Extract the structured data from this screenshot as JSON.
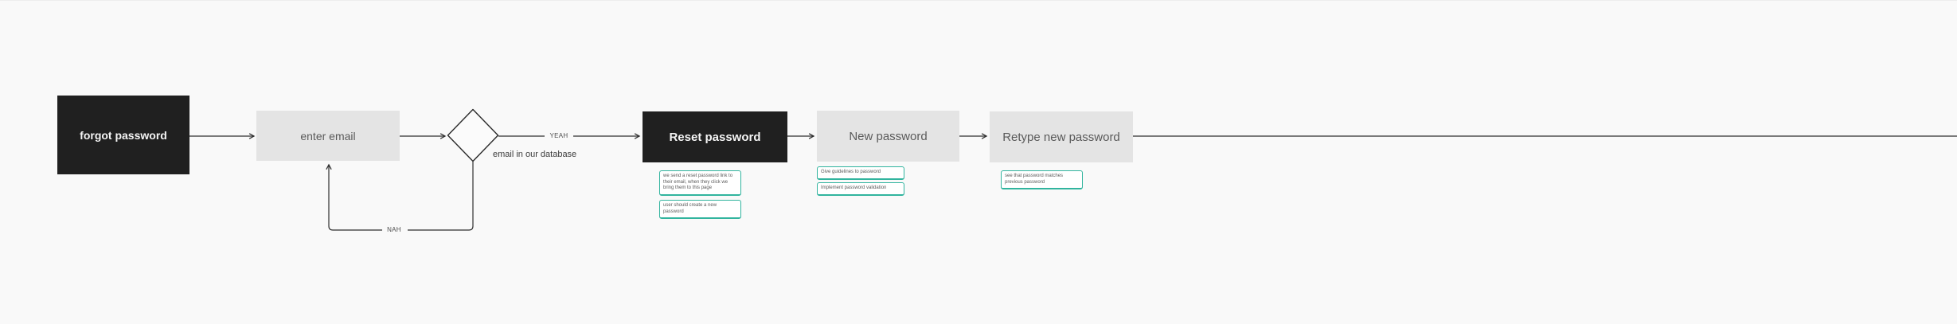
{
  "canvas": {
    "background": "#f9f9f9"
  },
  "flow": {
    "nodes": {
      "forgot_password": {
        "label": "forgot password",
        "style": "dark"
      },
      "enter_email": {
        "label": "enter email",
        "style": "light"
      },
      "decision_email_in_db": {
        "label": "email in our database",
        "shape": "diamond"
      },
      "reset_password": {
        "label": "Reset password",
        "style": "dark"
      },
      "new_password": {
        "label": "New password",
        "style": "light"
      },
      "retype_new_password": {
        "label": "Retype new password",
        "style": "light"
      }
    },
    "edge_labels": {
      "yes": "YEAH",
      "no": "NAH"
    },
    "notes": {
      "reset_note_1": "we send a reset password link to their email, when they click we bring them to this page",
      "reset_note_2": "user should create a new password",
      "new_note_1": "Give guidelines to password",
      "new_note_2": "Implement password validation",
      "retype_note_1": "see that password matches previous password"
    },
    "colors": {
      "dark_node_fill": "#202020",
      "light_node_fill": "#e4e4e4",
      "note_border": "#31b49e",
      "connector": "#2f2f2f"
    }
  }
}
